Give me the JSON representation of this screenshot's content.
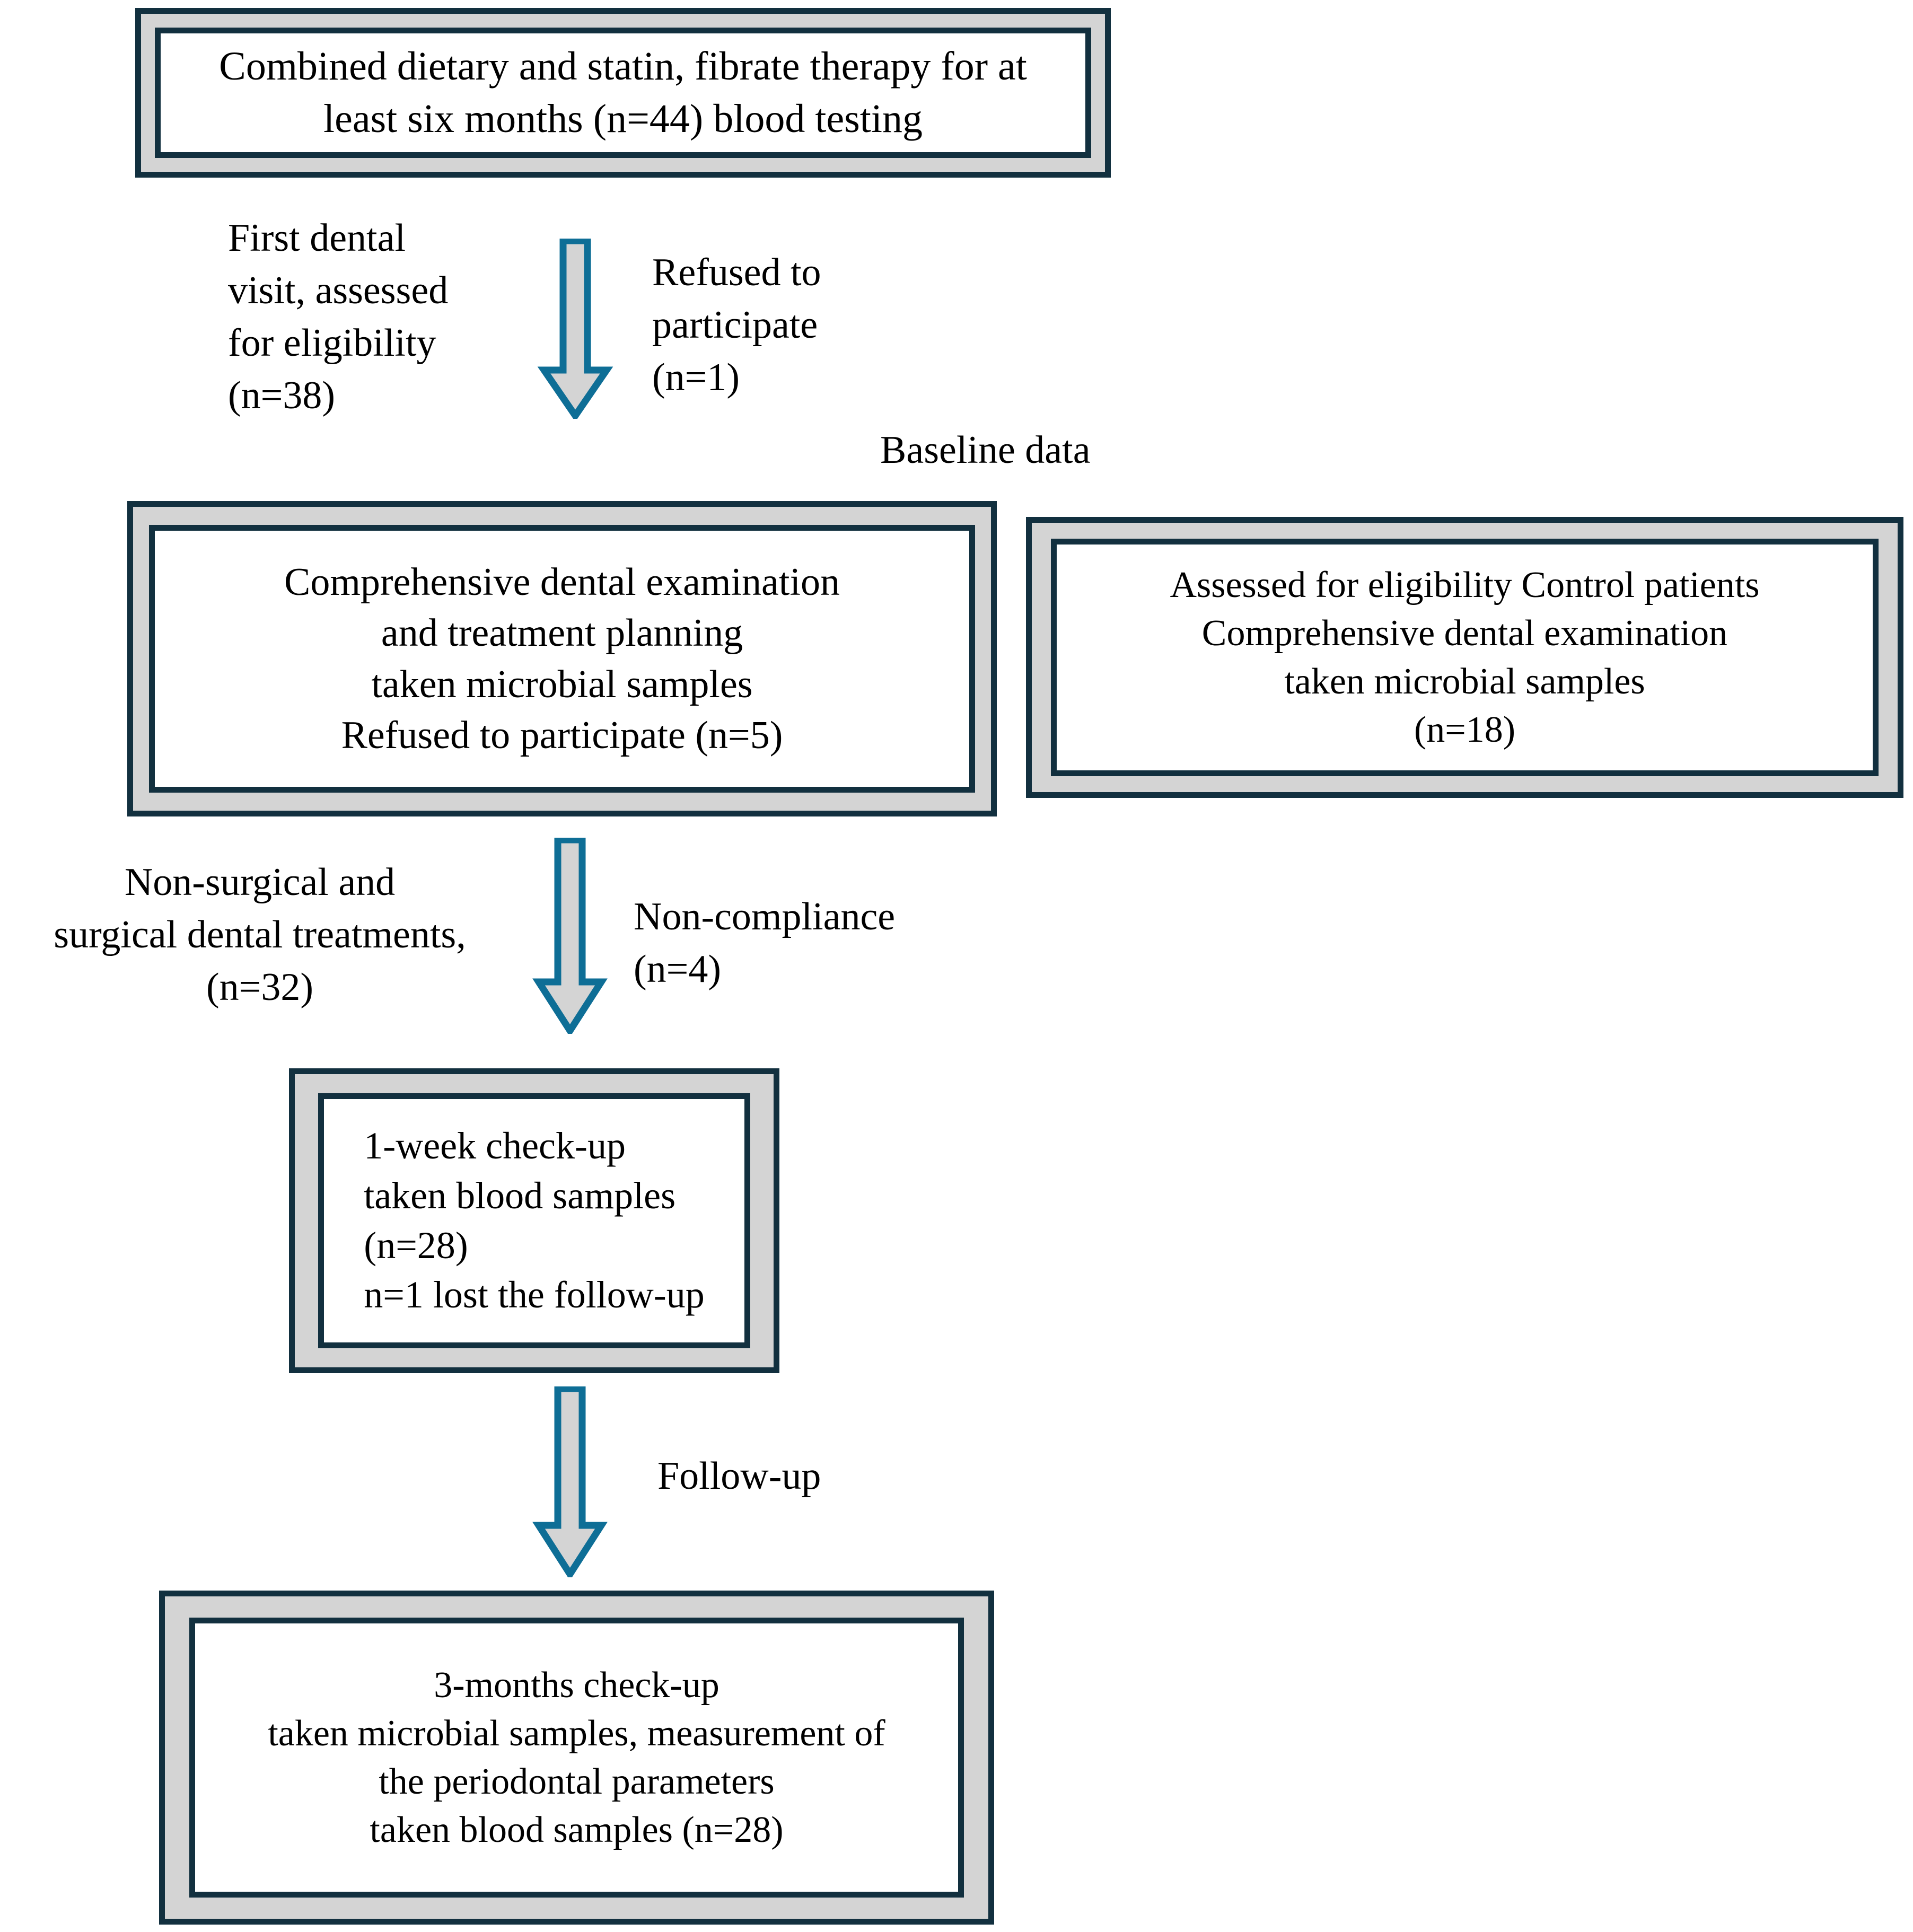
{
  "figure": {
    "type": "flowchart",
    "title": "Study participant flow diagram",
    "colors": {
      "box_border": "#12303f",
      "box_band": "#d4d4d4",
      "box_field": "#ffffff",
      "arrow_outline": "#0e6e96",
      "arrow_fill": "#d4d4d4",
      "text": "#000000",
      "background": "#ffffff"
    }
  },
  "nodes": {
    "enrollment": {
      "id": "box-enrollment",
      "text": "Combined dietary and statin, fibrate therapy for at\nleast  six months (n=44) blood testing",
      "n": 44
    },
    "baseline_exam": {
      "id": "box-baseline-exam",
      "text": "Comprehensive dental examination\nand treatment planning\ntaken microbial samples\nRefused to participate (n=5)",
      "n_refused": 5
    },
    "control": {
      "id": "box-control",
      "text": "Assessed for eligibility Control patients\nComprehensive dental examination\ntaken microbial samples\n(n=18)",
      "n": 18
    },
    "week1": {
      "id": "box-week1-checkup",
      "text": "1-week check-up\n taken blood samples\n(n=28)\nn=1 lost the follow-up",
      "n": 28,
      "n_lost": 1
    },
    "month3": {
      "id": "box-3months-checkup",
      "text": "3-months check-up\ntaken microbial samples, measurement of\nthe periodontal parameters\ntaken blood samples  (n=28)",
      "n": 28
    }
  },
  "labels": {
    "first_visit": "First dental\nvisit, assessed\nfor eligibility\n(n=38)",
    "refused": "Refused to\nparticipate\n(n=1)",
    "baseline_data": "Baseline data",
    "treatments": "Non-surgical and\nsurgical dental treatments,\n(n=32)",
    "non_compliance": "Non-compliance\n(n=4)",
    "follow_up": "Follow-up"
  },
  "edges": [
    {
      "id": "arrow-enrollment-to-baseline",
      "from": "enrollment",
      "to": "baseline_exam",
      "direction": "down",
      "left_label": "first_visit",
      "right_label": "refused"
    },
    {
      "id": "arrow-baseline-to-week1",
      "from": "baseline_exam",
      "to": "week1",
      "direction": "down",
      "left_label": "treatments",
      "right_label": "non_compliance"
    },
    {
      "id": "arrow-week1-to-month3",
      "from": "week1",
      "to": "month3",
      "direction": "down",
      "left_label": "",
      "right_label": "follow_up"
    }
  ]
}
